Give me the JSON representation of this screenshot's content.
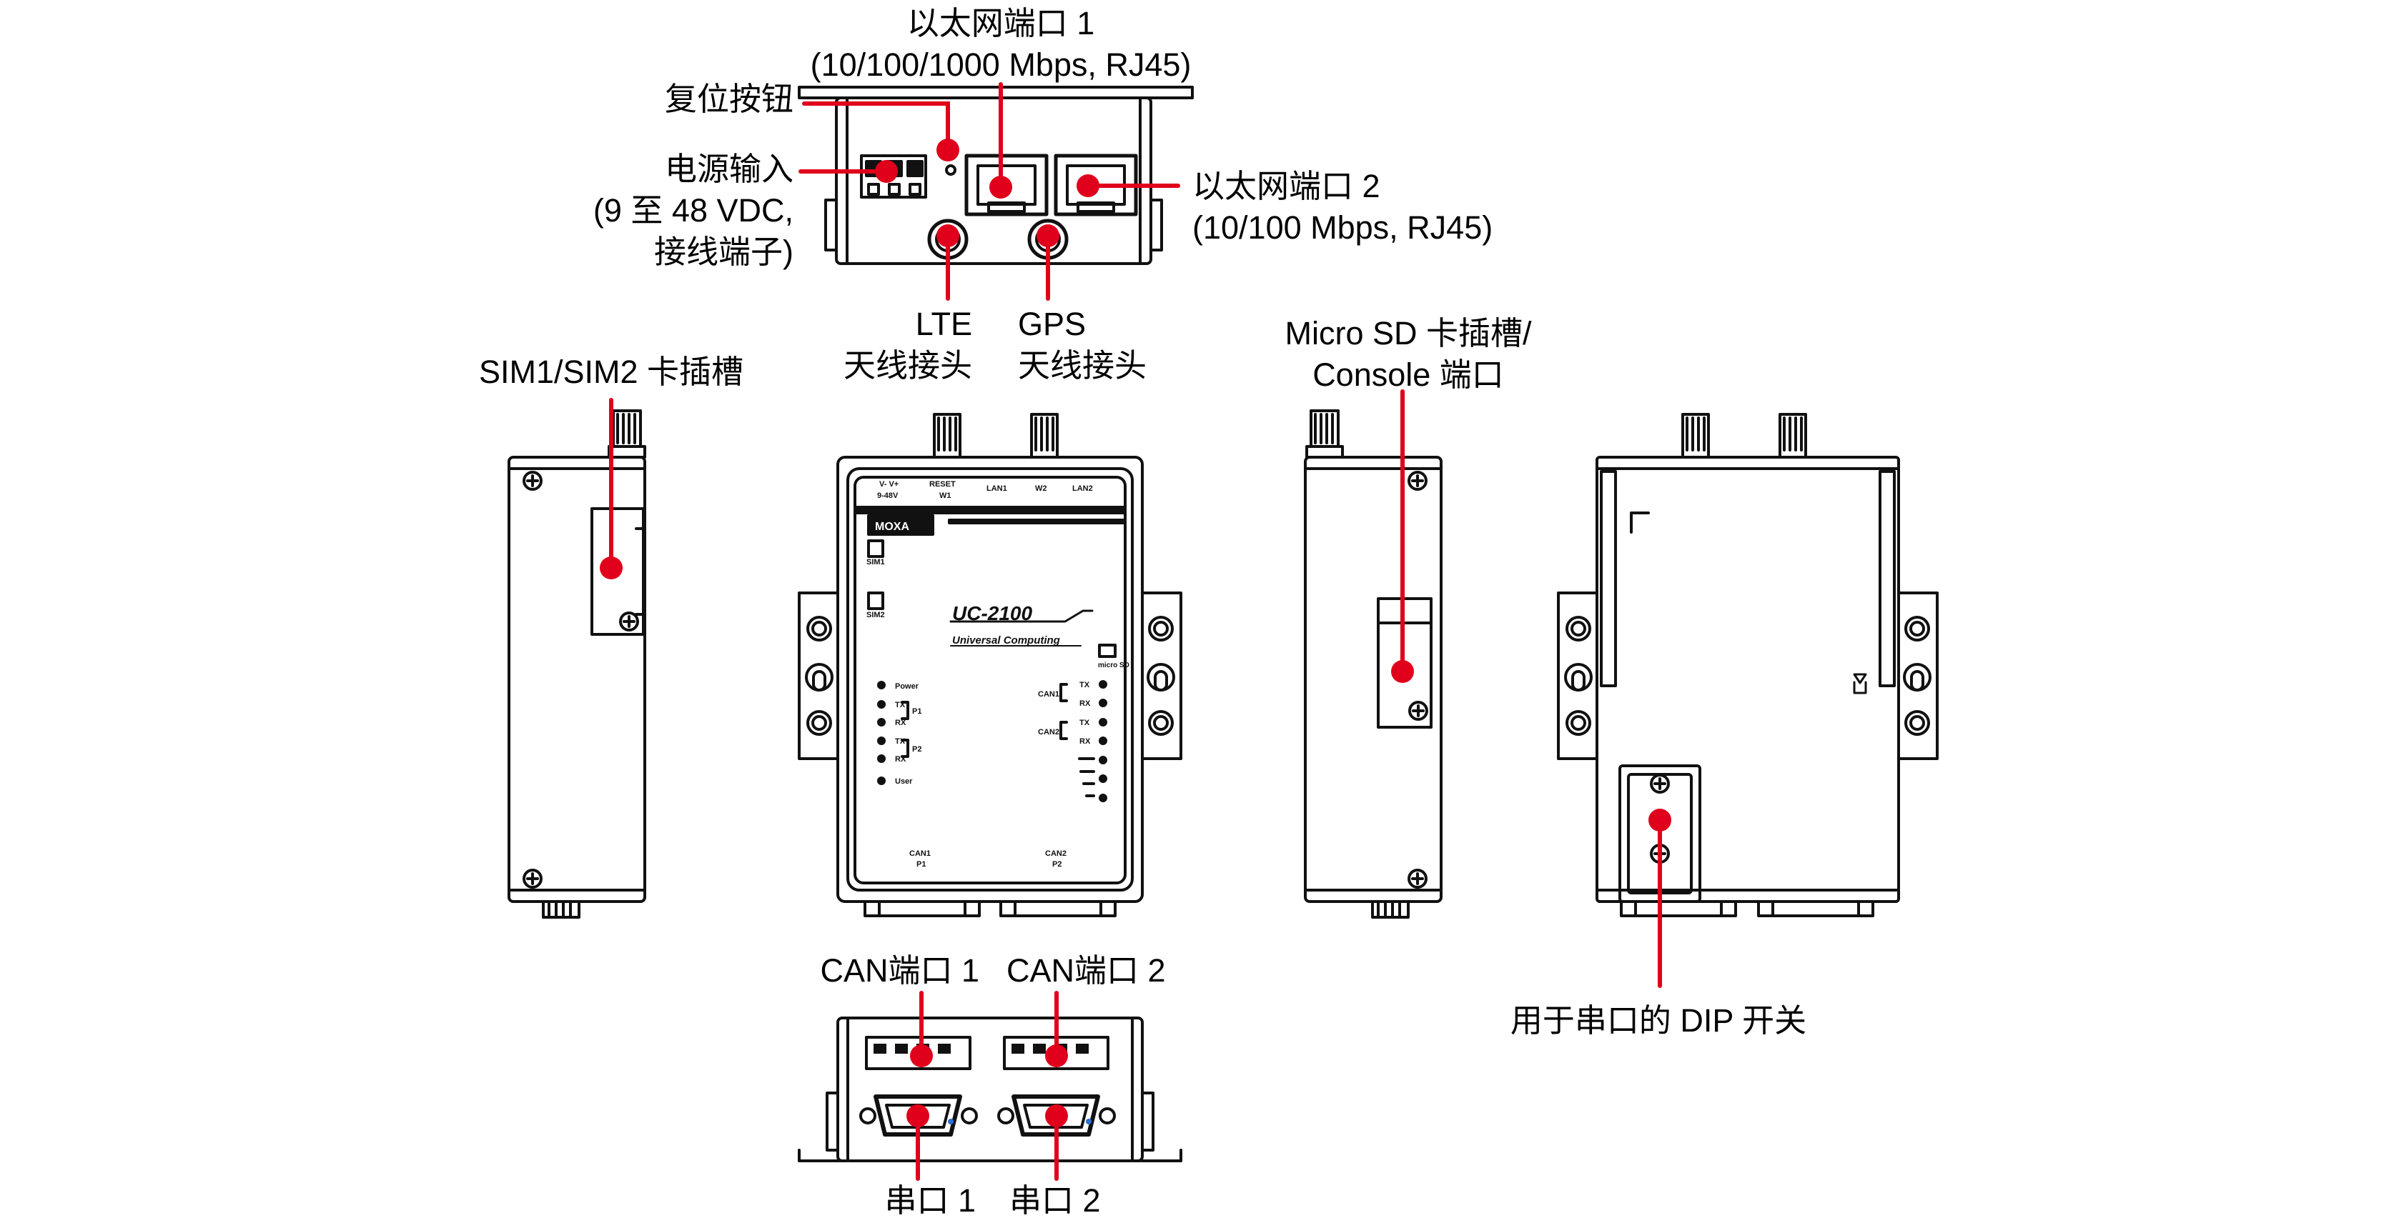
{
  "colors": {
    "accent": "#e0001b",
    "line": "#111111"
  },
  "labels": {
    "eth1_line1": "以太网端口 1",
    "eth1_line2": "(10/100/1000 Mbps, RJ45)",
    "reset": "复位按钮",
    "power_line1": "电源输入",
    "power_line2": "(9 至 48 VDC,",
    "power_line3": "接线端子)",
    "eth2_line1": "以太网端口 2",
    "eth2_line2": "(10/100 Mbps, RJ45)",
    "lte_line1": "LTE",
    "lte_line2": "天线接头",
    "gps_line1": "GPS",
    "gps_line2": "天线接头",
    "sim": "SIM1/SIM2 卡插槽",
    "sd_line1": "Micro SD 卡插槽/",
    "sd_line2": "Console 端口",
    "dip": "用于串口的 DIP 开关",
    "can1": "CAN端口 1",
    "can2": "CAN端口 2",
    "serial1": "串口 1",
    "serial2": "串口 2"
  },
  "device": {
    "model": "UC-2100",
    "subtitle": "Universal Computing",
    "brand": "MOXA",
    "top_labels": {
      "v": "V-   V+",
      "v_range": "9-48V",
      "reset": "RESET",
      "w1": "W1",
      "lan1": "LAN1",
      "w2": "W2",
      "lan2": "LAN2"
    },
    "sim1": "SIM1",
    "sim2": "SIM2",
    "micro_sd": "micro SD",
    "led_left": [
      "Power",
      "TX",
      "RX",
      "TX",
      "RX",
      "User"
    ],
    "p1": "P1",
    "p2": "P2",
    "led_right": [
      "TX",
      "RX",
      "TX",
      "RX"
    ],
    "can1_side": "CAN1",
    "can2_side": "CAN2",
    "bottom_left": "CAN1",
    "bottom_left2": "P1",
    "bottom_right": "CAN2",
    "bottom_right2": "P2"
  }
}
